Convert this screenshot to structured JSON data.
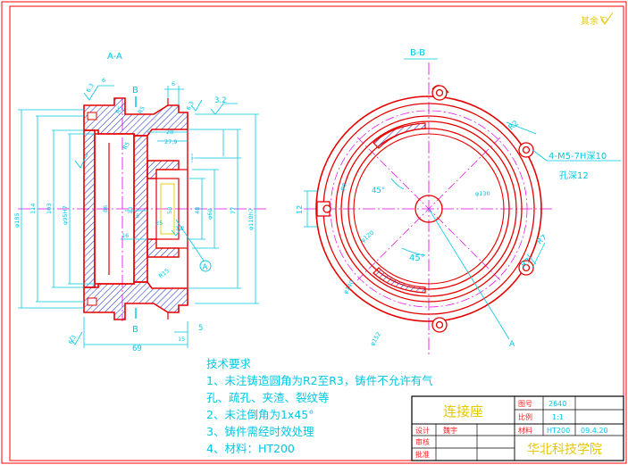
{
  "drawing": {
    "corner_mark": "其余",
    "view_aa_label": "A-A",
    "view_bb_label": "B-B",
    "section_b": "B",
    "section_a": "A",
    "colors": {
      "outline": "#e60000",
      "dimension": "#00c8e6",
      "centerline": "#e600e6",
      "hatch": "#2030d0",
      "text": "#ff2020",
      "border": "#ff0000",
      "yellow": "#e6c800"
    },
    "dims_left": {
      "d_185": "φ185",
      "d_114": "114",
      "d_103": "103",
      "d_95": "φ95H7",
      "d_86": "86",
      "d_ra": "6.3",
      "d_6": "6",
      "d_r5": "R5",
      "d_28": "28",
      "d_27": "27.9",
      "d_25": "25",
      "d_16": "16",
      "d_32": "3.2",
      "d_69": "69",
      "d_15": "15",
      "d_5": "5",
      "d_r15": "R15",
      "d_6b": "6",
      "d_5b": "5",
      "d_63": "6.3",
      "d_32b": "3.2",
      "d_phi": "φ110h7",
      "d_60": "φ60",
      "d_77": "77",
      "d_13": "13",
      "d_48": "48",
      "d_58": "58"
    },
    "dims_right": {
      "thread": "4-M5-7H深10",
      "hole_depth": "孔深12",
      "r2": "R2",
      "r7": "R7",
      "r7b": "R7",
      "angle1": "45°",
      "angle2": "45°",
      "d_12": "12",
      "d_8": "φ8",
      "d_130": "φ130",
      "d_120": "φ120",
      "d_140": "φ140",
      "d_152": "φ152"
    }
  },
  "tech_notes": {
    "heading": "技术要求",
    "line1": "1、未注铸造圆角为R2至R3，铸件不允许有气",
    "line2": "孔、疏孔、夹渣、裂纹等",
    "line3": "2、未注倒角为1x45°",
    "line4": "3、铸件需经时效处理",
    "line5": "4、材料：HT200"
  },
  "title_block": {
    "part_name": "连接座",
    "label_drawing_no": "图号",
    "drawing_no": "2640",
    "label_scale": "比例",
    "scale": "1:1",
    "label_material": "材料",
    "material": "HT200",
    "date": "09.4.20",
    "label_design": "设计",
    "designer": "魏宇",
    "label_check": "审核",
    "label_approve": "批准",
    "school": "华北科技学院"
  }
}
